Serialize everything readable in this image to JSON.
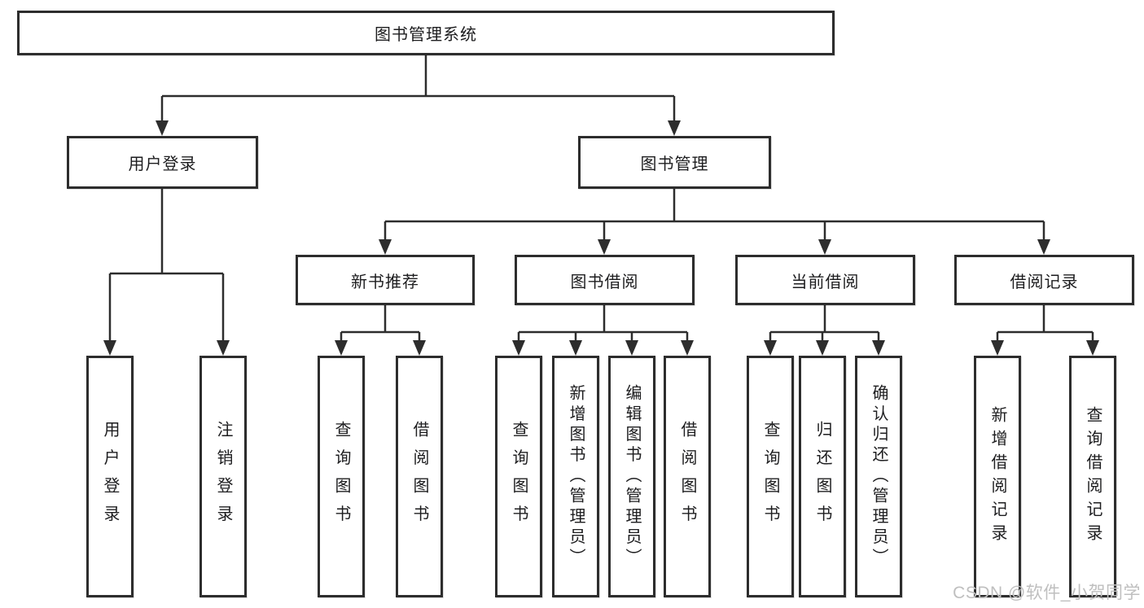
{
  "diagram": {
    "title": "图书管理系统",
    "tree": {
      "root": {
        "label": "图书管理系统"
      },
      "level2": [
        {
          "label": "用户登录",
          "children": [
            {
              "label": "用户登录"
            },
            {
              "label": "注销登录"
            }
          ]
        },
        {
          "label": "图书管理",
          "children": [
            {
              "label": "新书推荐",
              "children": [
                {
                  "label": "查询图书"
                },
                {
                  "label": "借阅图书"
                }
              ]
            },
            {
              "label": "图书借阅",
              "children": [
                {
                  "label": "查询图书"
                },
                {
                  "label": "新增图书（管理员）"
                },
                {
                  "label": "编辑图书（管理员）"
                },
                {
                  "label": "借阅图书"
                }
              ]
            },
            {
              "label": "当前借阅",
              "children": [
                {
                  "label": "查询图书"
                },
                {
                  "label": "归还图书"
                },
                {
                  "label": "确认归还（管理员）"
                }
              ]
            },
            {
              "label": "借阅记录",
              "children": [
                {
                  "label": "新增借阅记录"
                },
                {
                  "label": "查询借阅记录"
                }
              ]
            }
          ]
        }
      ]
    },
    "watermark": "CSDN @软件_小贺同学",
    "colors": {
      "line": "#2d2d2d",
      "box_border": "#2d2d2d",
      "text": "#1d1d1f",
      "background": "#ffffff",
      "watermark": "#bfbfbf"
    }
  }
}
